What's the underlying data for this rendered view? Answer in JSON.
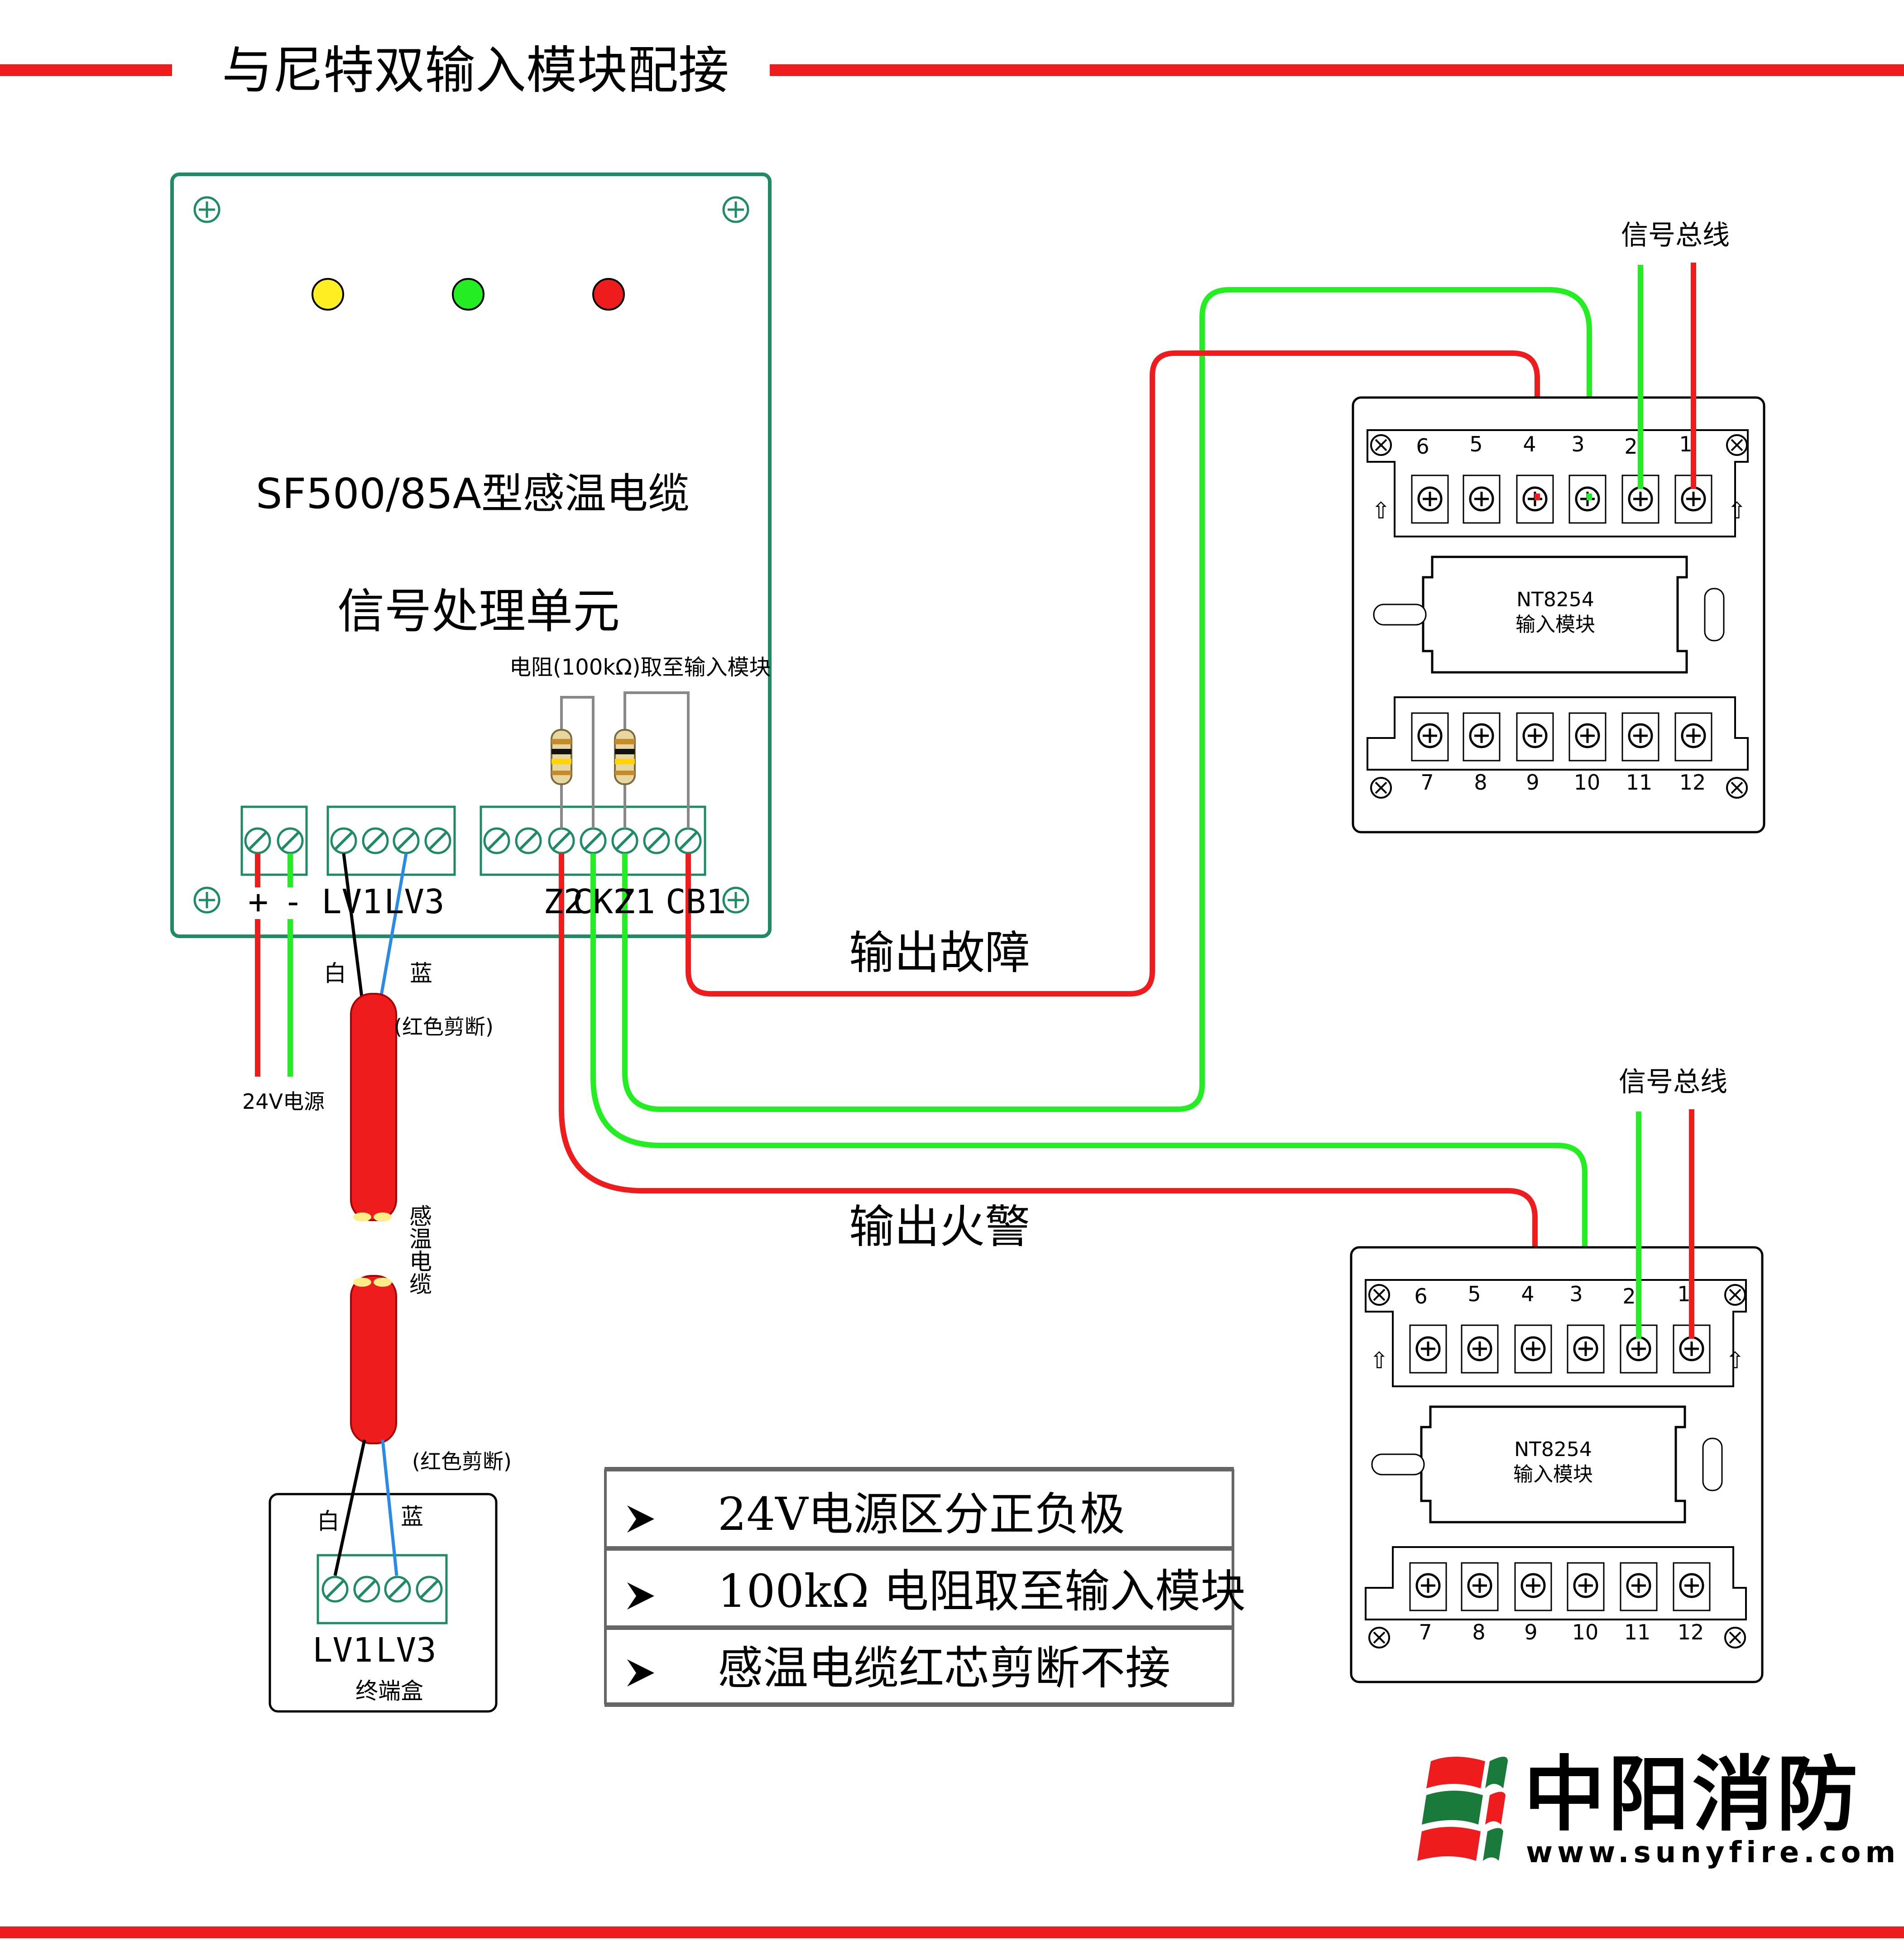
{
  "title": "与尼特双输入模块配接",
  "unit": {
    "title": "SF500/85A型感温电缆",
    "subtitle": "信号处理单元",
    "resistor_label": "电阻(100kΩ)取至输入模块",
    "terminals": [
      "+",
      "-",
      "LV1",
      "LV3",
      "Z2",
      "CK2",
      "Z1",
      "CB1"
    ]
  },
  "power_label": "24V电源",
  "cable": {
    "white": "白",
    "blue": "蓝",
    "red_cut": "(红色剪断)",
    "name": "感温电缆",
    "white2": "白",
    "blue2": "蓝",
    "red_cut2": "(红色剪断)"
  },
  "end_box": {
    "terminals": [
      "LV1",
      "LV3"
    ],
    "name": "终端盒"
  },
  "outputs": {
    "fault": "输出故障",
    "fire": "输出火警"
  },
  "modules": [
    {
      "bus_label": "信号总线",
      "model": "NT8254",
      "name": "输入模块",
      "top_numbers": [
        "6",
        "5",
        "4",
        "3",
        "2",
        "1"
      ],
      "bottom_numbers": [
        "7",
        "8",
        "9",
        "10",
        "11",
        "12"
      ]
    },
    {
      "bus_label": "信号总线",
      "model": "NT8254",
      "name": "输入模块",
      "top_numbers": [
        "6",
        "5",
        "4",
        "3",
        "2",
        "1"
      ],
      "bottom_numbers": [
        "7",
        "8",
        "9",
        "10",
        "11",
        "12"
      ]
    }
  ],
  "notes": [
    "24V电源区分正负极",
    "100kΩ 电阻取至输入模块",
    "感温电缆红芯剪断不接"
  ],
  "logo": {
    "name": "中阳消防",
    "url": "www.sunyfire.com"
  },
  "colors": {
    "red": "#ee1c1c",
    "green": "#22ee22",
    "frame_green": "#1e8a66",
    "yellow": "#ffee22",
    "brand_green": "#1a7a3c"
  }
}
